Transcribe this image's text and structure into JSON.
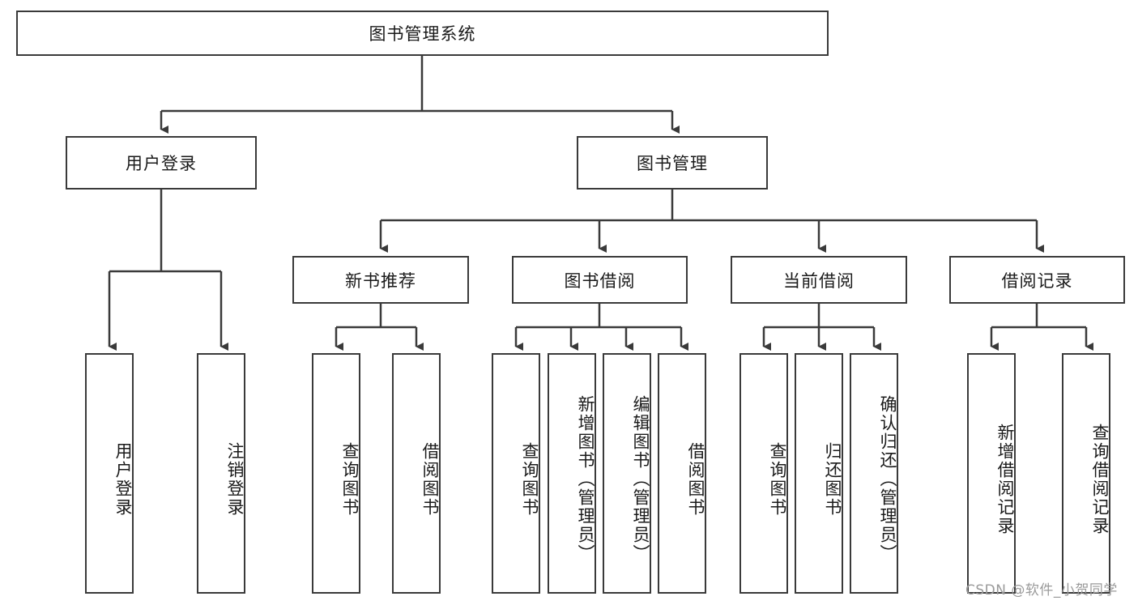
{
  "diagram": {
    "title_node": {
      "label": "图书管理系统"
    },
    "level2": [
      {
        "id": "user-login",
        "label": "用户登录"
      },
      {
        "id": "book-management",
        "label": "图书管理"
      }
    ],
    "level3": [
      {
        "id": "new-book-recommend",
        "label": "新书推荐"
      },
      {
        "id": "book-borrow",
        "label": "图书借阅"
      },
      {
        "id": "current-borrow",
        "label": "当前借阅"
      },
      {
        "id": "borrow-record",
        "label": "借阅记录"
      }
    ],
    "leaves": {
      "user_login": [
        {
          "id": "leaf-user-login",
          "label": "用户登录"
        },
        {
          "id": "leaf-logout-login",
          "label": "注销登录"
        }
      ],
      "new_book_recommend": [
        {
          "id": "leaf-query-book-1",
          "label": "查询图书"
        },
        {
          "id": "leaf-borrow-book-1",
          "label": "借阅图书"
        }
      ],
      "book_borrow": [
        {
          "id": "leaf-query-book-2",
          "label": "查询图书"
        },
        {
          "id": "leaf-add-book",
          "label": "新增图书（管理员）"
        },
        {
          "id": "leaf-edit-book",
          "label": "编辑图书（管理员）"
        },
        {
          "id": "leaf-borrow-book-2",
          "label": "借阅图书"
        }
      ],
      "current_borrow": [
        {
          "id": "leaf-query-book-3",
          "label": "查询图书"
        },
        {
          "id": "leaf-return-book",
          "label": "归还图书"
        },
        {
          "id": "leaf-confirm-return",
          "label": "确认归还（管理员）"
        }
      ],
      "borrow_record": [
        {
          "id": "leaf-add-record",
          "label": "新增借阅记录"
        },
        {
          "id": "leaf-query-record",
          "label": "查询借阅记录"
        }
      ]
    }
  },
  "watermark": {
    "text": "CSDN @软件_小贺同学"
  },
  "colors": {
    "stroke": "#3a3a3a",
    "background": "#ffffff",
    "text": "#1a1a1a",
    "watermark": "#9a9a9a"
  }
}
